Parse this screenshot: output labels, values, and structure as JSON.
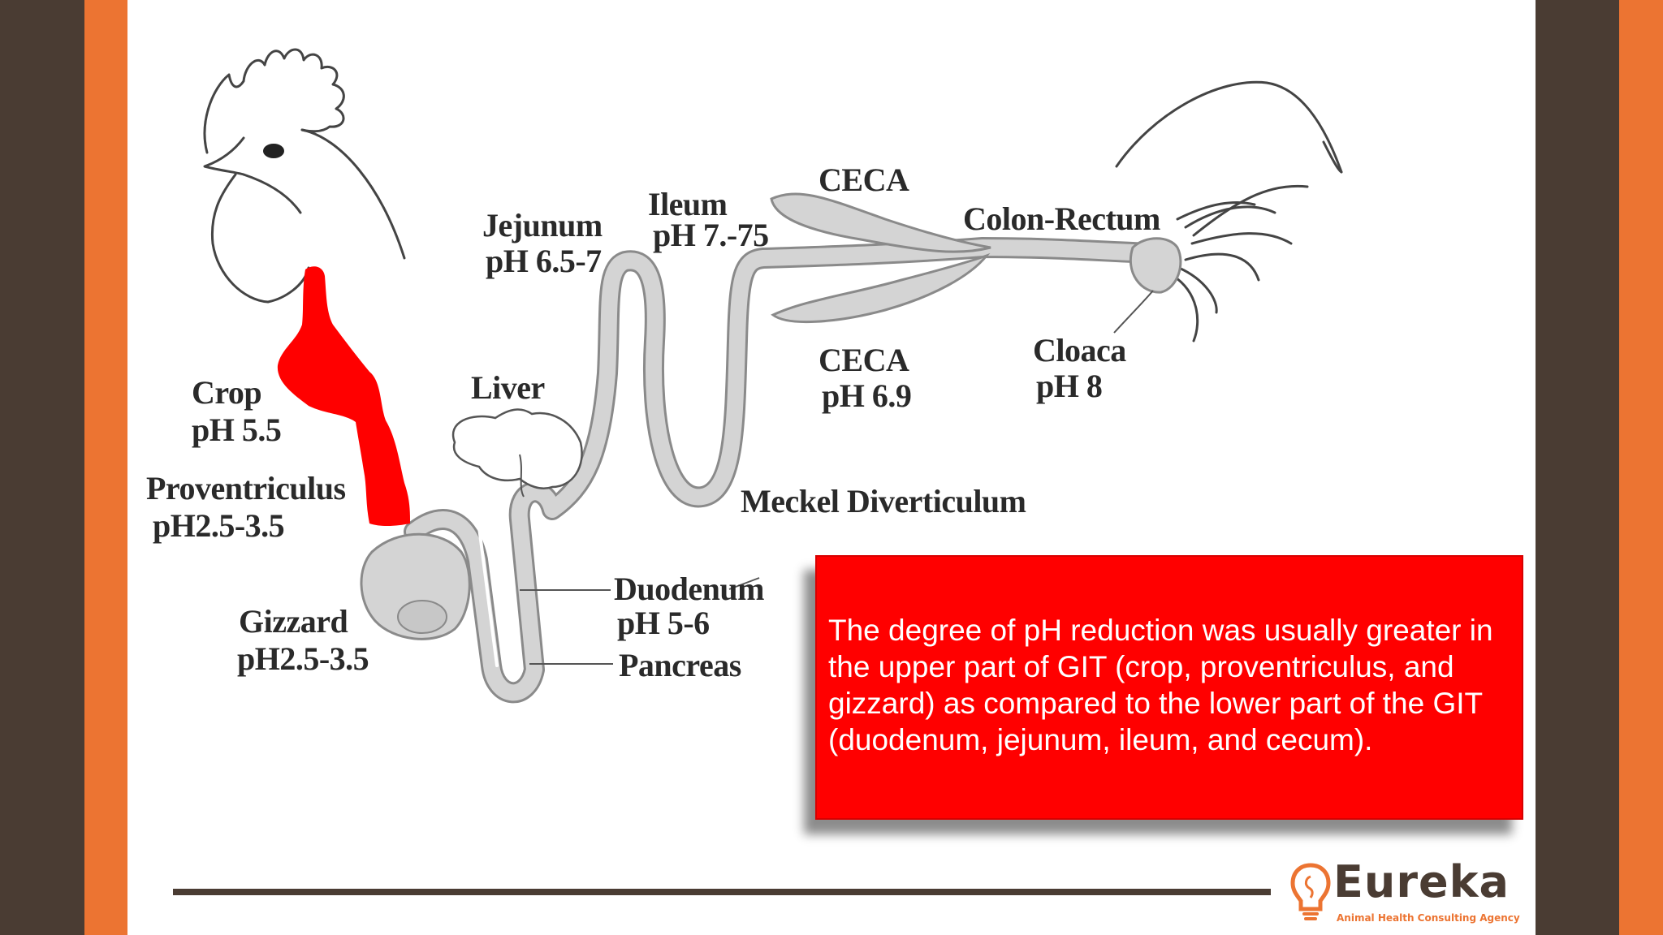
{
  "labels": {
    "crop": "Crop",
    "crop_ph": "pH 5.5",
    "proventriculus": "Proventriculus",
    "proventriculus_ph": "pH2.5-3.5",
    "gizzard": "Gizzard",
    "gizzard_ph": "pH2.5-3.5",
    "liver": "Liver",
    "jejunum": "Jejunum",
    "jejunum_ph": "pH 6.5-7",
    "ileum": "Ileum",
    "ileum_ph": "pH 7.-75",
    "ceca_top": "CECA",
    "ceca_bottom": "CECA",
    "ceca_bottom_ph": "pH 6.9",
    "colon_rectum": "Colon-Rectum",
    "cloaca": "Cloaca",
    "cloaca_ph": "pH 8",
    "meckel": "Meckel Diverticulum",
    "duodenum": "Duodenum",
    "duodenum_ph": "pH 5-6",
    "pancreas": "Pancreas"
  },
  "callout": {
    "text": "The degree of pH reduction was usually greater in the upper part of GIT (crop, proventriculus, and gizzard) as compared to the lower part of the GIT (duodenum, jejunum, ileum, and cecum)."
  },
  "logo": {
    "name": "Eureka",
    "tagline": "Animal Health Consulting Agency",
    "icon": "lightbulb-head-icon"
  },
  "colors": {
    "dark_brown": "#4a3c33",
    "orange": "#ec7432",
    "highlight_red": "#ff0000",
    "organ_gray": "#d4d4d4"
  }
}
